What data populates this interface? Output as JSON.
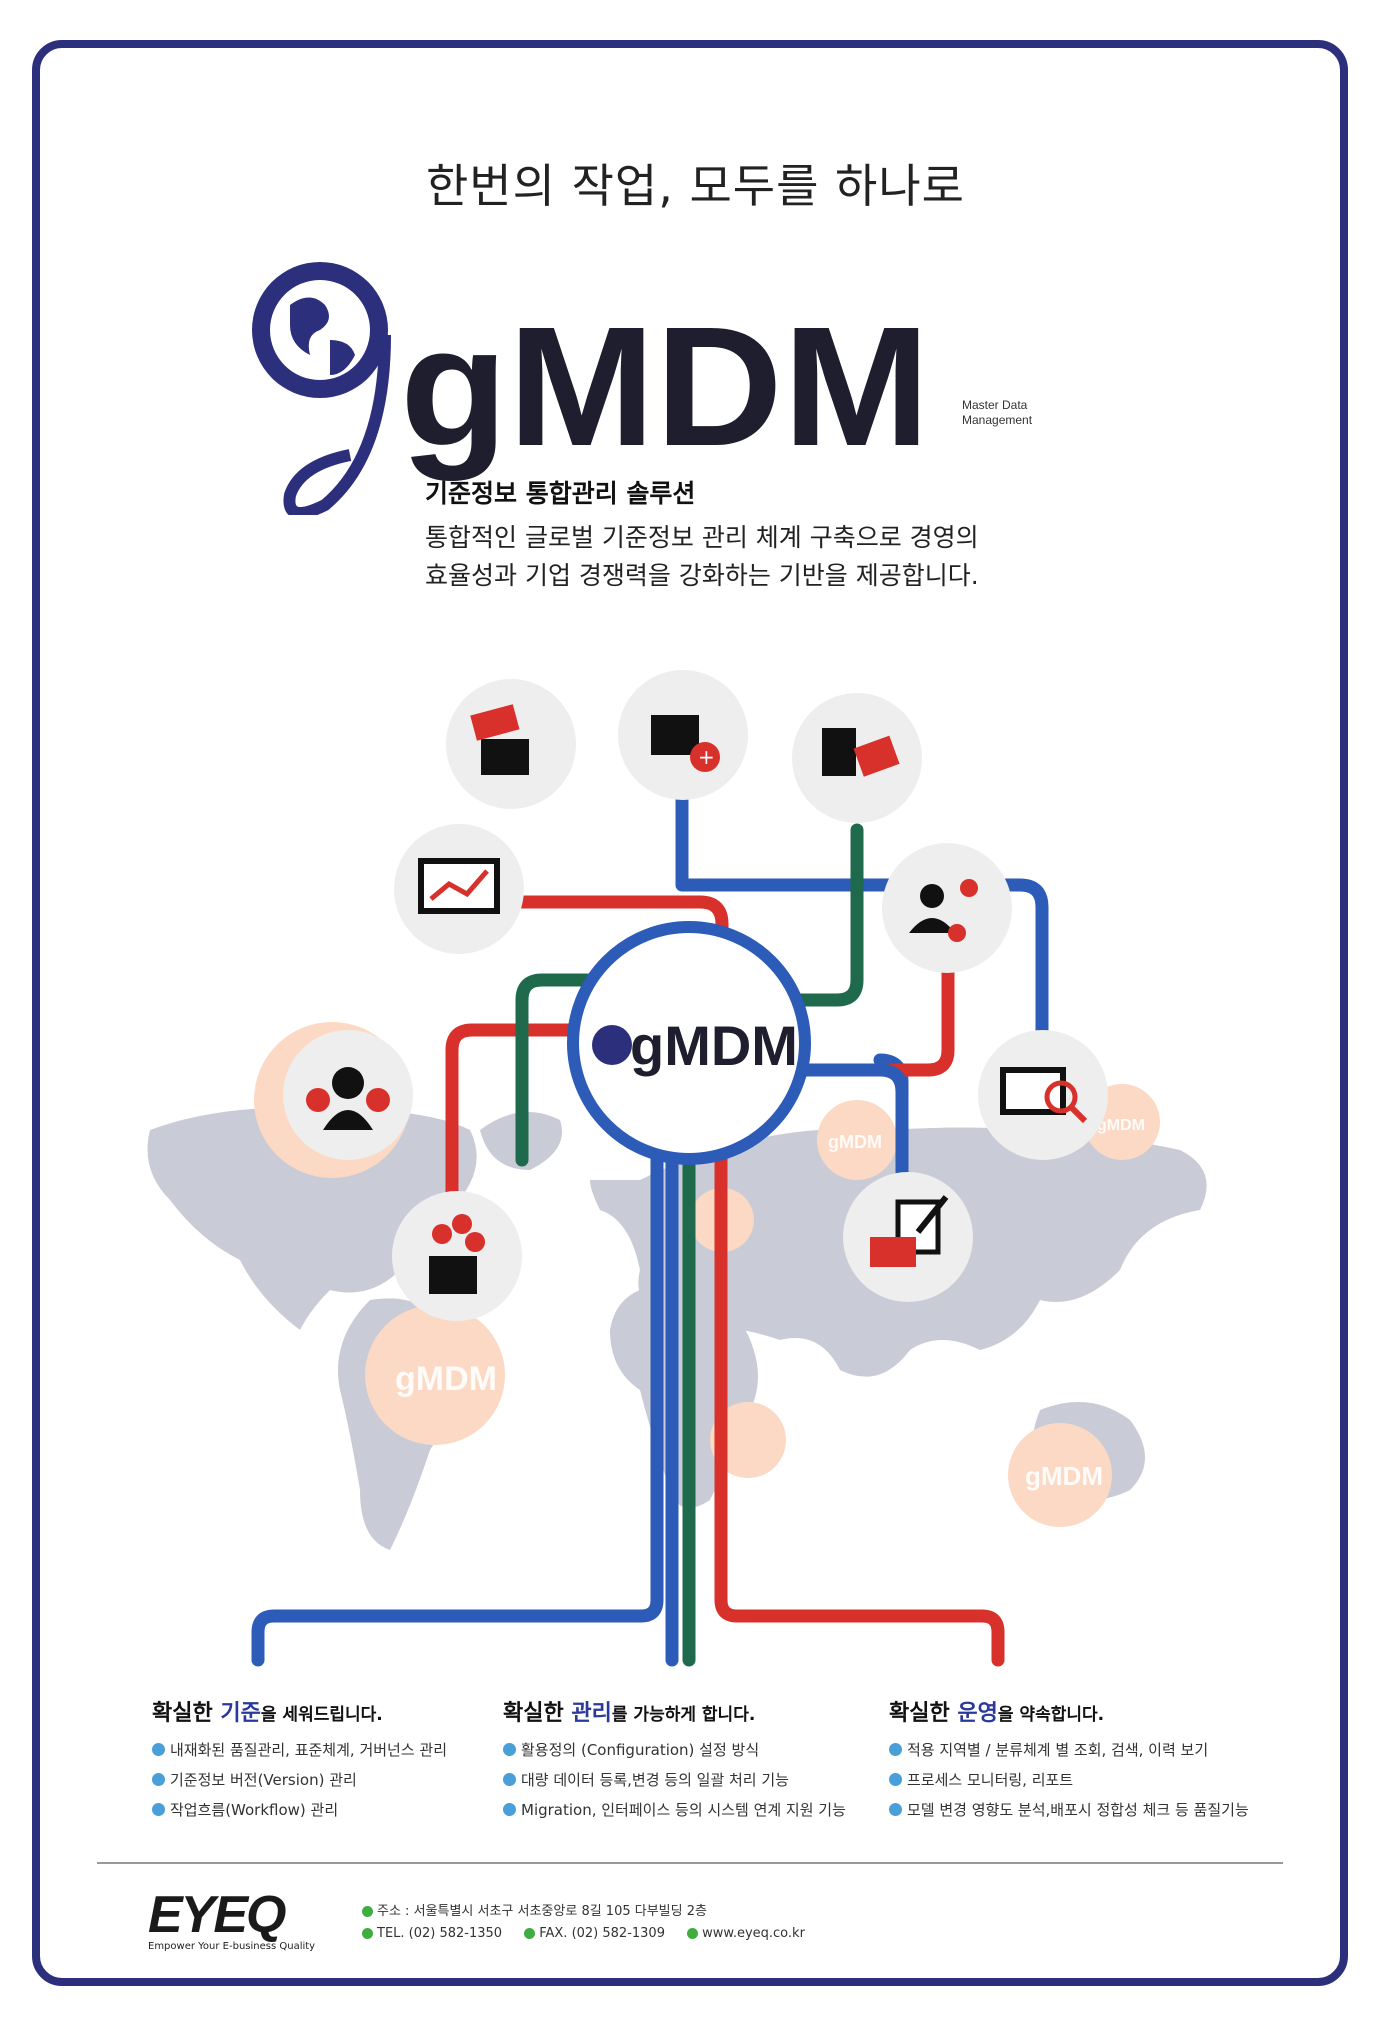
{
  "header": {
    "title": "한번의 작업, 모두를 하나로",
    "logo_text": "gMDM",
    "logo_subtitle_1": "Master Data",
    "logo_subtitle_2": "Management",
    "subtitle": "기준정보 통합관리 솔루션",
    "body_lines": [
      "통합적인 글로벌 기준정보 관리 체계 구축으로 경영의",
      "효율성과 기업 경쟁력을 강화하는 기반을 제공합니다."
    ]
  },
  "diagram": {
    "center_label": "gMDM",
    "watermark_label": "gMDM",
    "colors": {
      "red": "#d8302a",
      "blue": "#2c5bb8",
      "green": "#1f6a4c",
      "navy": "#2b2f7c",
      "peach": "#fbd9c4"
    }
  },
  "columns": [
    {
      "prefix": "확실한 ",
      "highlight": "기준",
      "suffix": "을 세워드립니다.",
      "items": [
        "내재화된 품질관리, 표준체계, 거버넌스 관리",
        "기준정보 버전(Version) 관리",
        "작업흐름(Workflow) 관리"
      ]
    },
    {
      "prefix": "확실한 ",
      "highlight": "관리",
      "suffix": "를 가능하게 합니다.",
      "items": [
        "활용정의 (Configuration) 설정 방식",
        "대량 데이터 등록,변경 등의 일괄 처리 기능",
        "Migration, 인터페이스 등의 시스템 연계 지원 기능"
      ]
    },
    {
      "prefix": "확실한 ",
      "highlight": "운영",
      "suffix": "을 약속합니다.",
      "items": [
        "적용 지역별 / 분류체계 별 조회, 검색, 이력 보기",
        "프로세스 모니터링, 리포트",
        "모델 변경 영향도 분석,배포시 정합성 체크 등 품질기능"
      ]
    }
  ],
  "footer": {
    "brand": "EYEQ",
    "tagline": "Empower Your E-business Quality",
    "address": "주소 : 서울특별시 서초구 서초중앙로 8길 105 다부빌딩 2층",
    "tel": "TEL. (02) 582-1350",
    "fax": "FAX. (02) 582-1309",
    "web": "www.eyeq.co.kr"
  }
}
